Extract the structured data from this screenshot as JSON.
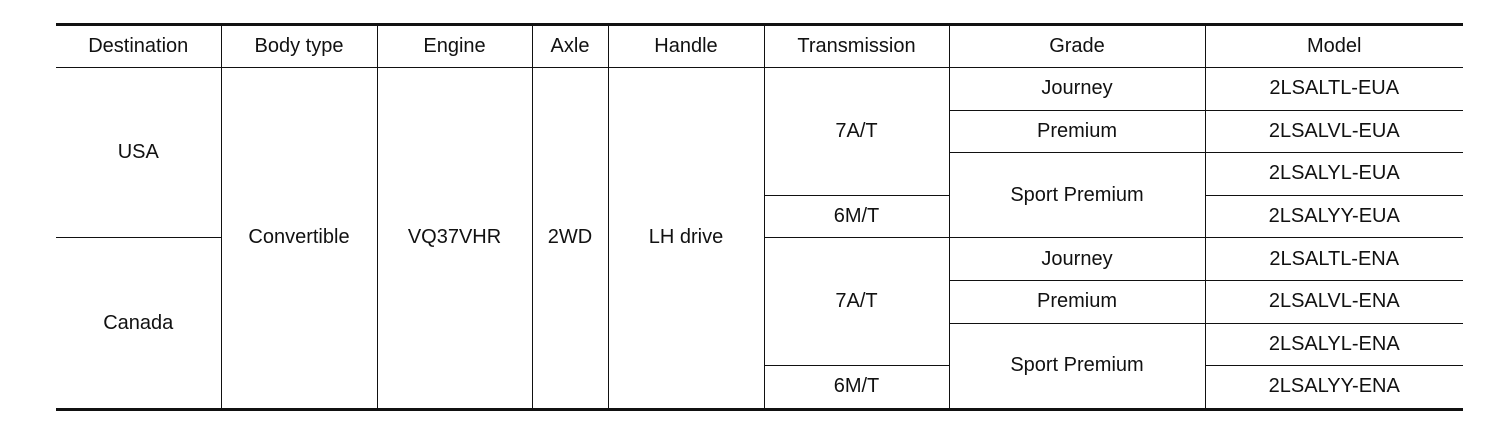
{
  "table": {
    "headers": {
      "destination": "Destination",
      "body_type": "Body type",
      "engine": "Engine",
      "axle": "Axle",
      "handle": "Handle",
      "transmission": "Transmission",
      "grade": "Grade",
      "model": "Model"
    },
    "shared": {
      "body_type": "Convertible",
      "engine": "VQ37VHR",
      "axle": "2WD",
      "handle": "LH drive"
    },
    "destinations": [
      {
        "name": "USA",
        "transmissions": [
          "7A/T",
          "6M/T"
        ],
        "grades": [
          "Journey",
          "Premium",
          "Sport Premium"
        ],
        "models": [
          "2LSALTL-EUA",
          "2LSALVL-EUA",
          "2LSALYL-EUA",
          "2LSALYY-EUA"
        ]
      },
      {
        "name": "Canada",
        "transmissions": [
          "7A/T",
          "6M/T"
        ],
        "grades": [
          "Journey",
          "Premium",
          "Sport Premium"
        ],
        "models": [
          "2LSALTL-ENA",
          "2LSALVL-ENA",
          "2LSALYL-ENA",
          "2LSALYY-ENA"
        ]
      }
    ]
  }
}
